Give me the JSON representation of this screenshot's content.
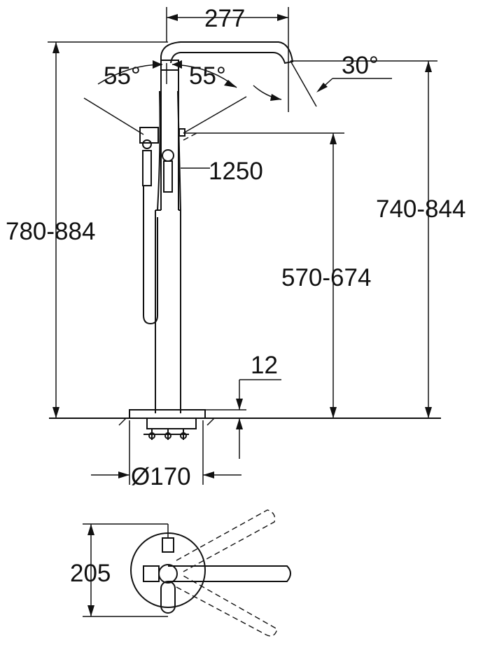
{
  "dimensions": {
    "spout_reach": "277",
    "handle_angle_left": "55°",
    "handle_angle_right": "55°",
    "spout_angle": "30°",
    "hose_length": "1250",
    "total_height": "780-884",
    "spout_outlet_height": "740-844",
    "handle_height": "570-674",
    "base_plate_height": "12",
    "base_diameter": "Ø170",
    "plan_depth": "205"
  },
  "colors": {
    "line": "#111111",
    "background": "#ffffff"
  }
}
